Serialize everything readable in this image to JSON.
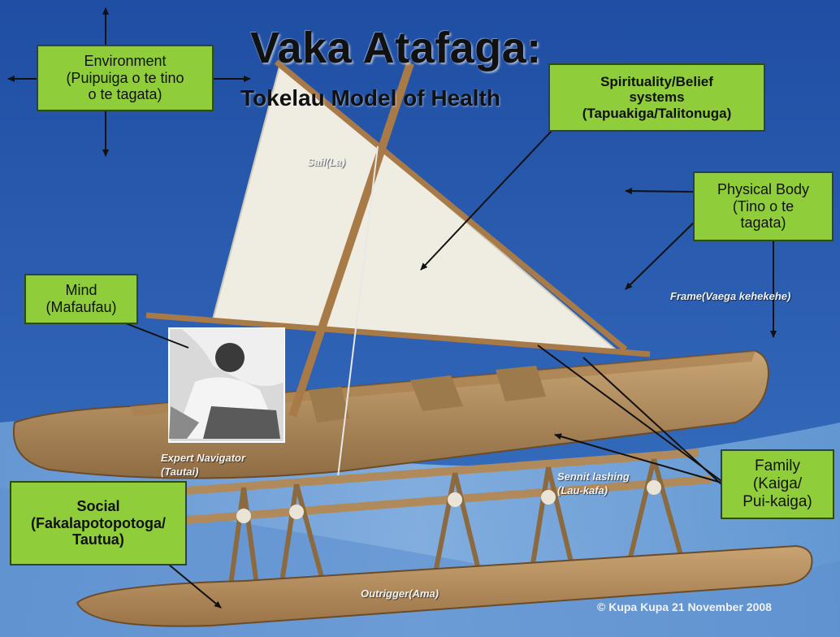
{
  "title": "Vaka Atafaga:",
  "subtitle": "Tokelau Model of Health",
  "boxes": {
    "environment": [
      "Environment",
      "(Puipuiga o te tino",
      "o te tagata)"
    ],
    "spirituality": [
      "Spirituality/Belief",
      "systems",
      "(Tapuakiga/Talitonuga)"
    ],
    "physical": [
      "Physical Body",
      "(Tino o te",
      "tagata)"
    ],
    "mind": [
      "Mind",
      "(Mafaufau)"
    ],
    "social": [
      "Social",
      "(Fakalapotopotoga/",
      "Tautua)"
    ],
    "family": [
      "Family",
      "(Kaiga/",
      "Pui-kaiga)"
    ]
  },
  "labels": {
    "sail": "Sail(La)",
    "frame": "Frame(Vaega kehekehe)",
    "navigator": [
      "Expert Navigator",
      "(Tautai)"
    ],
    "sennit": [
      "Sennit lashing",
      "(Lau-kafa)"
    ],
    "outrigger": "Outrigger(Ama)"
  },
  "copyright": "© Kupa Kupa 21 November 2008",
  "colors": {
    "background_blue": "#2f63b5",
    "box_green": "#8fce3a",
    "sail_white": "#efece2",
    "wood": "#b08a5a"
  }
}
